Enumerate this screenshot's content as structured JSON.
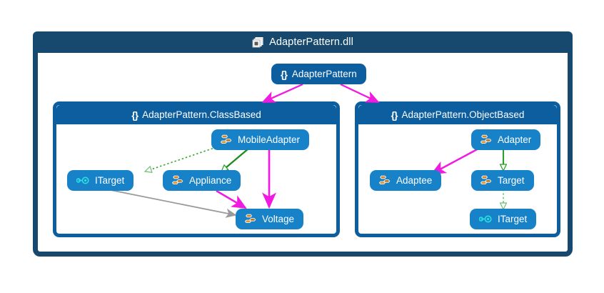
{
  "diagram": {
    "type": "code-map",
    "assembly": {
      "label": "AdapterPattern.dll",
      "icon": "assembly-icon",
      "header_color": "#17496e",
      "border_color": "#17496e"
    },
    "root_node": {
      "label": "AdapterPattern",
      "icon": "namespace-braces-icon",
      "kind": "namespace",
      "color": "#0c5e9e"
    },
    "groups": [
      {
        "id": "classbased",
        "label": "AdapterPattern.ClassBased",
        "icon": "namespace-braces-icon",
        "kind": "namespace",
        "color": "#0c5e9e",
        "nodes": [
          {
            "id": "mobileadapter",
            "label": "MobileAdapter",
            "icon": "class-icon",
            "kind": "class"
          },
          {
            "id": "itarget-cb",
            "label": "ITarget",
            "icon": "interface-icon",
            "kind": "interface"
          },
          {
            "id": "appliance",
            "label": "Appliance",
            "icon": "class-icon",
            "kind": "class"
          },
          {
            "id": "voltage",
            "label": "Voltage",
            "icon": "class-icon",
            "kind": "class"
          }
        ]
      },
      {
        "id": "objectbased",
        "label": "AdapterPattern.ObjectBased",
        "icon": "namespace-braces-icon",
        "kind": "namespace",
        "color": "#0c5e9e",
        "nodes": [
          {
            "id": "adapter",
            "label": "Adapter",
            "icon": "class-icon",
            "kind": "class"
          },
          {
            "id": "adaptee",
            "label": "Adaptee",
            "icon": "class-icon",
            "kind": "class"
          },
          {
            "id": "target",
            "label": "Target",
            "icon": "class-icon",
            "kind": "class"
          },
          {
            "id": "itarget-ob",
            "label": "ITarget",
            "icon": "interface-icon",
            "kind": "interface"
          }
        ]
      }
    ],
    "edges": [
      {
        "from": "AdapterPattern",
        "to": "AdapterPattern.ClassBased",
        "style": "solid",
        "arrow": "filled",
        "color": "#f01ae0",
        "relation": "contains"
      },
      {
        "from": "AdapterPattern",
        "to": "AdapterPattern.ObjectBased",
        "style": "solid",
        "arrow": "filled",
        "color": "#f01ae0",
        "relation": "contains"
      },
      {
        "from": "MobileAdapter",
        "to": "ITarget",
        "style": "dotted",
        "arrow": "hollow-triangle",
        "color": "#3fa93f",
        "relation": "implements"
      },
      {
        "from": "MobileAdapter",
        "to": "Appliance",
        "style": "solid",
        "arrow": "hollow-triangle",
        "color": "#1f8b1f",
        "relation": "inherits"
      },
      {
        "from": "MobileAdapter",
        "to": "Voltage",
        "style": "solid",
        "arrow": "filled",
        "color": "#f01ae0",
        "relation": "references"
      },
      {
        "from": "Appliance",
        "to": "Voltage",
        "style": "solid",
        "arrow": "filled",
        "color": "#f01ae0",
        "relation": "references"
      },
      {
        "from": "ITarget",
        "to": "Voltage",
        "style": "solid",
        "arrow": "filled",
        "color": "#9a9a9a",
        "relation": "references"
      },
      {
        "from": "Adapter",
        "to": "Adaptee",
        "style": "solid",
        "arrow": "filled",
        "color": "#f01ae0",
        "relation": "references"
      },
      {
        "from": "Adapter",
        "to": "Target",
        "style": "solid",
        "arrow": "hollow-triangle",
        "color": "#1f9f1f",
        "relation": "inherits"
      },
      {
        "from": "Target",
        "to": "ITarget",
        "style": "dotted",
        "arrow": "hollow-triangle",
        "color": "#6fbf6f",
        "relation": "implements"
      }
    ],
    "colors": {
      "node_fill": "#1782c8",
      "namespace_fill": "#0c5e9e",
      "assembly_fill": "#17496e",
      "class_icon": "#c8761a",
      "interface_icon": "#29e0e0",
      "reference_edge": "#f01ae0",
      "inherit_edge": "#1f9f1f",
      "gray_edge": "#9a9a9a",
      "background": "#ffffff"
    }
  }
}
